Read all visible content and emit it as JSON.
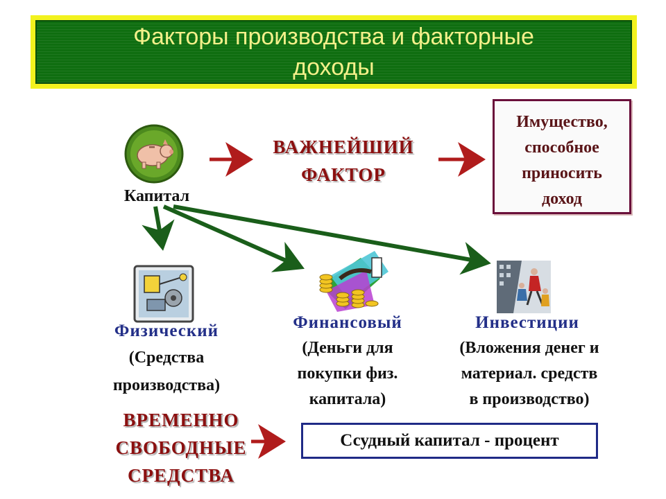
{
  "title": "Факторы производства и факторные доходы",
  "capital": {
    "label": "Капитал"
  },
  "important_factor": {
    "line1": "ВАЖНЕЙШИЙ",
    "line2": "ФАКТОР"
  },
  "property": {
    "line1": "Имущество,",
    "line2": "способное",
    "line3": "приносить",
    "line4": "доход"
  },
  "physical": {
    "title": "Физический",
    "desc_line1": "(Средства",
    "desc_line2": "производства)"
  },
  "financial": {
    "title": "Финансовый",
    "desc_line1": "(Деньги для",
    "desc_line2": "покупки физ.",
    "desc_line3": "капитала)"
  },
  "investment": {
    "title": "Инвестиции",
    "desc_line1": "(Вложения денег и",
    "desc_line2": "материал. средств",
    "desc_line3": "в производство)"
  },
  "free_funds": {
    "line1": "ВРЕМЕННО",
    "line2": "СВОБОДНЫЕ",
    "line3": "СРЕДСТВА"
  },
  "loan_capital": {
    "label": "Ссудный капитал - процент"
  },
  "colors": {
    "title_bg": "#0f6e10",
    "title_border": "#f2f21e",
    "title_text": "#f4f08a",
    "red_arrow": "#b01c1c",
    "green_arrow": "#1a5e1a",
    "red_label": "#8b1010",
    "blue_label": "#232f88",
    "property_border": "#6a0f3a",
    "loan_border": "#1f2a86"
  },
  "icons": [
    "piggy-bank-icon",
    "machinery-icon",
    "money-coins-icon",
    "investment-people-icon"
  ]
}
